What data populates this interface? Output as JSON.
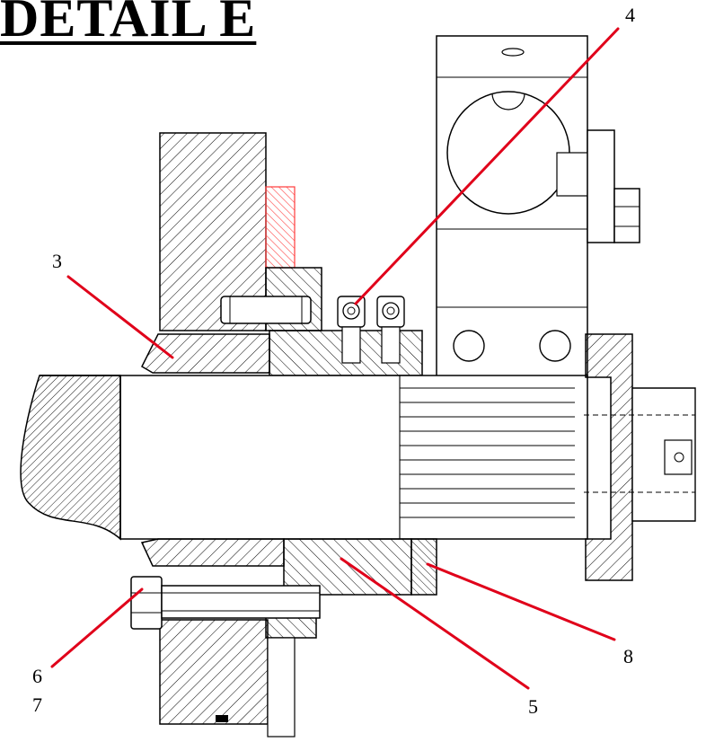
{
  "title": "DETAIL E",
  "callouts": {
    "c3": "3",
    "c4": "4",
    "c5": "5",
    "c6": "6",
    "c7": "7",
    "c8": "8"
  },
  "colors": {
    "leader": "#e0001a",
    "outline": "#000000",
    "highlight_hatch": "#ff3b3b"
  }
}
